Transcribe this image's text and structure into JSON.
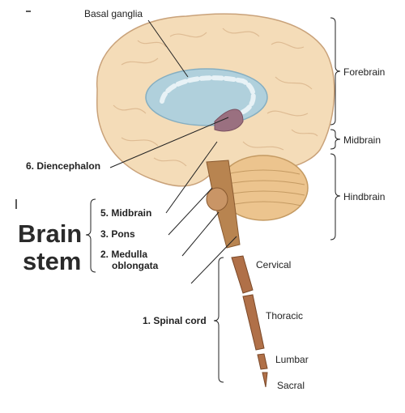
{
  "labels": {
    "basal_ganglia": "Basal ganglia",
    "forebrain": "Forebrain",
    "midbrain_region": "Midbrain",
    "hindbrain": "Hindbrain",
    "diencephalon": "6. Diencephalon",
    "midbrain": "5. Midbrain",
    "pons": "3. Pons",
    "medulla_line1": "2. Medulla",
    "medulla_line2": "oblongata",
    "spinal_cord": "1. Spinal cord",
    "cervical": "Cervical",
    "thoracic": "Thoracic",
    "lumbar": "Lumbar",
    "sacral": "Sacral"
  },
  "title": {
    "line1": "Brain",
    "line2": "stem"
  },
  "colors": {
    "cerebrum": "#f4dcb8",
    "cerebrum_outline": "#c9a27a",
    "cerebellum": "#ecc48e",
    "basal_ganglia": "#a9cfe0",
    "spinal_cord": "#b07048",
    "brainstem": "#b88450"
  }
}
